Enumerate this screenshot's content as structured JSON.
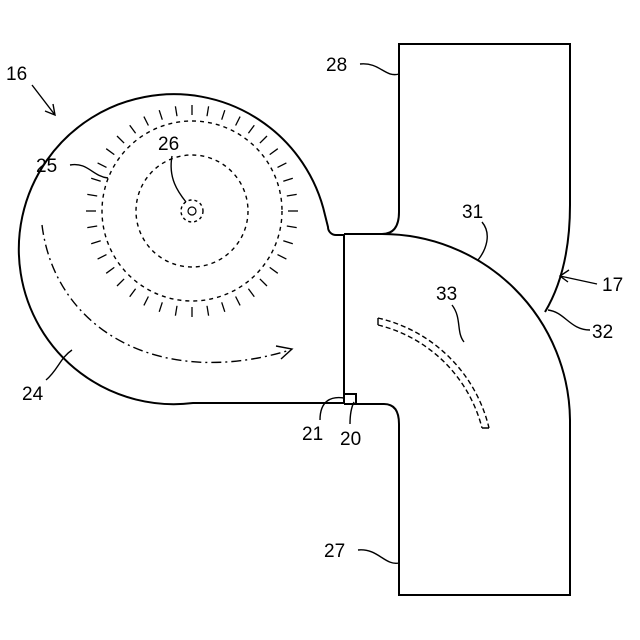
{
  "labels": {
    "l16": "16",
    "l17": "17",
    "l20": "20",
    "l21": "21",
    "l24": "24",
    "l25": "25",
    "l26": "26",
    "l27": "27",
    "l28": "28",
    "l31": "31",
    "l32": "32",
    "l33": "33"
  },
  "colors": {
    "line": "#000000",
    "background": "#ffffff"
  }
}
